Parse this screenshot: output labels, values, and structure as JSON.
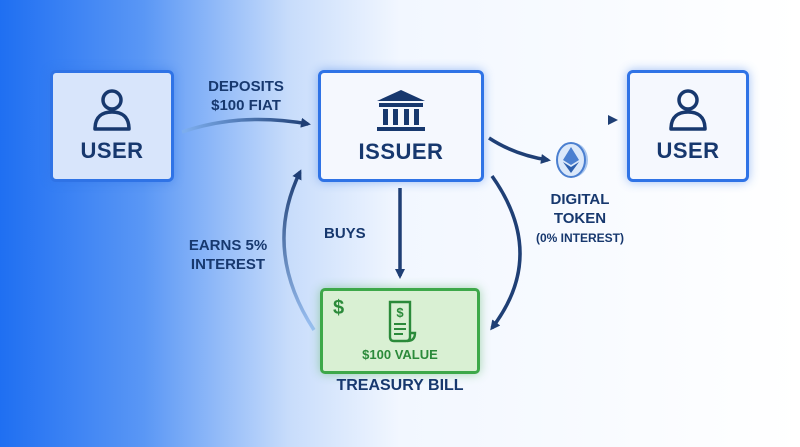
{
  "nodes": {
    "user_left": {
      "label": "USER",
      "icon": "person-icon"
    },
    "issuer": {
      "label": "ISSUER",
      "icon": "bank-building-icon"
    },
    "user_right": {
      "label": "USER",
      "icon": "person-icon"
    }
  },
  "edges": {
    "deposits": "DEPOSITS\n$100 FIAT",
    "earns": "EARNS 5%\nINTEREST",
    "buys": "BUYS"
  },
  "treasury_bill": {
    "dollar": "$",
    "value": "$100 VALUE",
    "caption": "TREASURY BILL",
    "icon": "receipt-dollar-icon"
  },
  "token": {
    "title": "DIGITAL\nTOKEN",
    "subtitle": "(0% INTEREST)",
    "icon": "ethereum-coin-icon"
  },
  "colors": {
    "box_border": "#2f73e6",
    "text_navy": "#17386e",
    "bill_green": "#3da849",
    "arrow_navy": "#1f3f75"
  }
}
